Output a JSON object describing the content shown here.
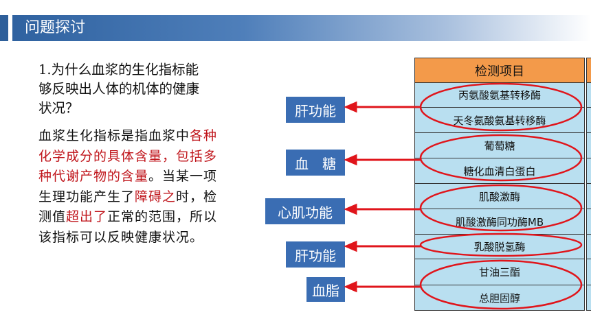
{
  "header": {
    "title": "问题探讨"
  },
  "question": "1.为什么血浆的生化指标能够反映出人体的机体的健康状况？",
  "answer": {
    "p1": "血浆生化指标是指血浆中",
    "r1": "各种化学成分的具体含量，包括多种代谢产物的含量",
    "p2": "。当某一项生理功能产生了",
    "r2": "障碍之",
    "p3": "时，检测值",
    "r3": "超出了",
    "p4": "正常的范围，所以该指标可以反映健康状况。"
  },
  "table": {
    "header": "检测项目",
    "rows": [
      "丙氨酸氨基转移酶",
      "天冬氨酸氨基转移酶",
      "葡萄糖",
      "糖化血清白蛋白",
      "肌酸激酶",
      "肌酸激酶同功酶MB",
      "乳酸脱氢酶",
      "甘油三酯",
      "总胆固醇"
    ]
  },
  "labels": [
    "肝功能",
    "血　糖",
    "心肌功能",
    "肝功能",
    "血脂"
  ],
  "colors": {
    "header_bar": "#2f62a0",
    "table_head": "#f39a4a",
    "table_body": "#b9dff0",
    "label_bg": "#3a6db3",
    "accent_red": "#e0151b"
  }
}
